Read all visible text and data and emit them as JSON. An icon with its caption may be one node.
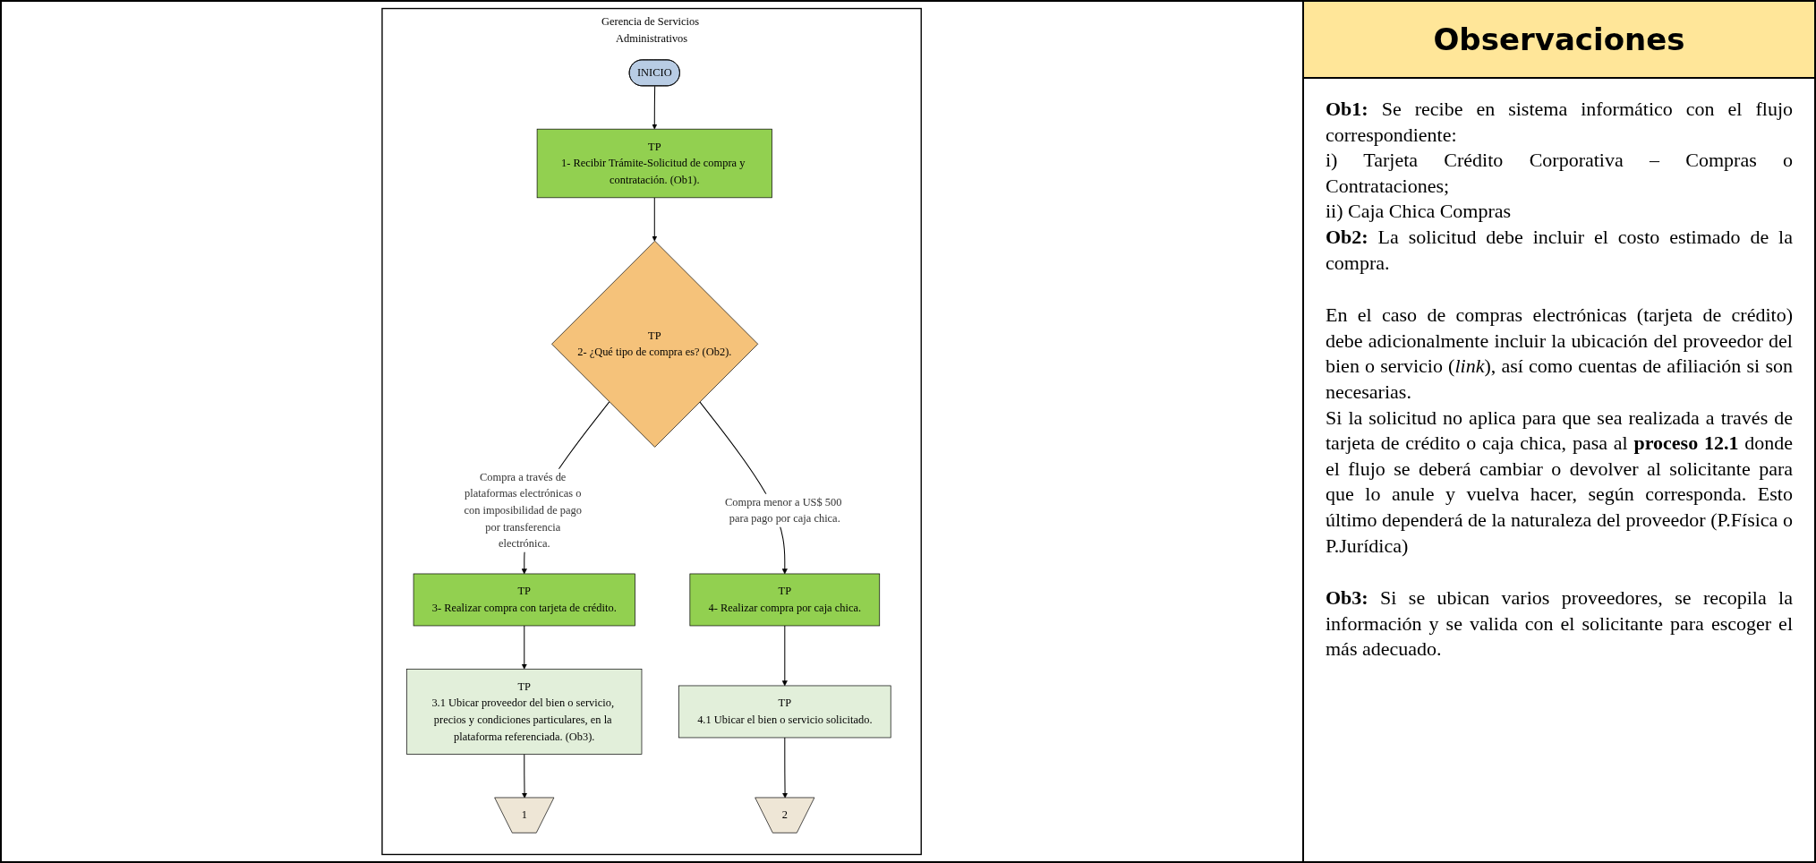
{
  "diagram": {
    "nodes": [
      {
        "text": [
          "Gerencia de Servicios Administrativos"
        ]
      },
      {
        "text": [
          "INICIO"
        ],
        "in": 0
      },
      {
        "text": [
          "TP",
          "1- Recibir Trámite-Solicitud de compra y contratación. (Ob1)."
        ],
        "in": 0
      },
      {
        "text": [
          "TP",
          "2- ¿Qué tipo de compra es? (Ob2)."
        ],
        "in": 0
      },
      {
        "text": [
          "TP",
          "3- Realizar compra con tarjeta de crédito."
        ],
        "in": 0
      },
      {
        "text": [
          "TP",
          "3.1 Ubicar proveedor del bien o servicio, precios y condiciones particulares, en la plataforma referenciada. (Ob3)."
        ],
        "in": 0
      },
      {
        "text": [
          "1"
        ],
        "in": 0
      },
      {
        "text": [
          "TP",
          "4- Realizar compra por caja chica."
        ],
        "in": 0
      },
      {
        "text": [
          "TP",
          "4.1 Ubicar el bien o servicio solicitado."
        ],
        "in": 0
      },
      {
        "text": [
          "2"
        ],
        "in": 0
      }
    ],
    "edges": [
      {
        "from": 1,
        "to": 2,
        "arrow": "to"
      },
      {
        "from": 2,
        "to": 3,
        "arrow": "to"
      },
      {
        "from": 3,
        "to": 4,
        "arrow": "to",
        "label": "Compra a través de plataformas electrónicas o con imposibilidad de pago por transferencia electrónica."
      },
      {
        "from": 3,
        "to": 7,
        "arrow": "to",
        "label": "Compra menor a US$ 500 para pago por caja chica."
      },
      {
        "from": 4,
        "to": 5,
        "arrow": "to"
      },
      {
        "from": 5,
        "to": 6,
        "arrow": "to"
      },
      {
        "from": 7,
        "to": 8,
        "arrow": "to"
      },
      {
        "from": 8,
        "to": 9,
        "arrow": "to"
      }
    ],
    "labels": [
      "Observaciones",
      "**Ob1:** Se recibe en sistema informático con el flujo correspondiente:",
      "i) Tarjeta Crédito Corporativa – Compras o Contrataciones;",
      "ii) Caja Chica Compras",
      "**Ob2:** La solicitud debe incluir el costo estimado de la compra.",
      "En el caso de compras electrónicas (tarjeta de crédito) debe adicionalmente incluir la ubicación del proveedor del bien o servicio (*link*), así como cuentas de afiliación si son necesarias.",
      "Si la solicitud no aplica para que sea realizada a través de tarjeta de crédito o caja chica, pasa al **proceso 12.1** donde el flujo se deberá cambiar o devolver al solicitante para que lo anule y vuelva hacer, según corresponda. Esto último dependerá de la naturaleza del proveedor (P.Física o P.Jurídica)",
      "**Ob3:** Si se ubican varios proveedores, se recopila la información y se valida con el solicitante para escoger el más adecuado."
    ]
  }
}
